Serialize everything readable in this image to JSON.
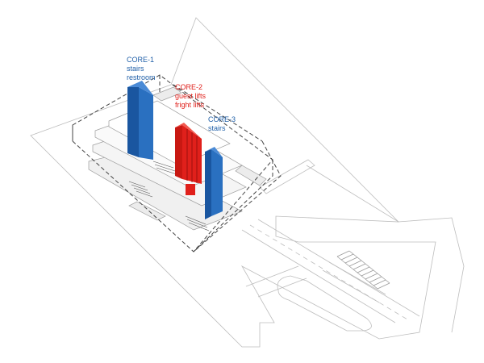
{
  "cores": [
    {
      "id": "core-1",
      "title": "CORE-1",
      "lines": [
        "stairs",
        "restroom"
      ],
      "color": "#1f5fa8"
    },
    {
      "id": "core-2",
      "title": "CORE-2",
      "lines": [
        "guest lifts",
        "fright lifts"
      ],
      "color": "#e0201b"
    },
    {
      "id": "core-3",
      "title": "CORE-3",
      "lines": [
        "stairs"
      ],
      "color": "#1f5fa8"
    }
  ],
  "colors": {
    "line": "#b8b8b8",
    "dash": "#444444",
    "blue": "#1f5fa8",
    "red": "#e0201b",
    "floor": "#eeeeee"
  }
}
